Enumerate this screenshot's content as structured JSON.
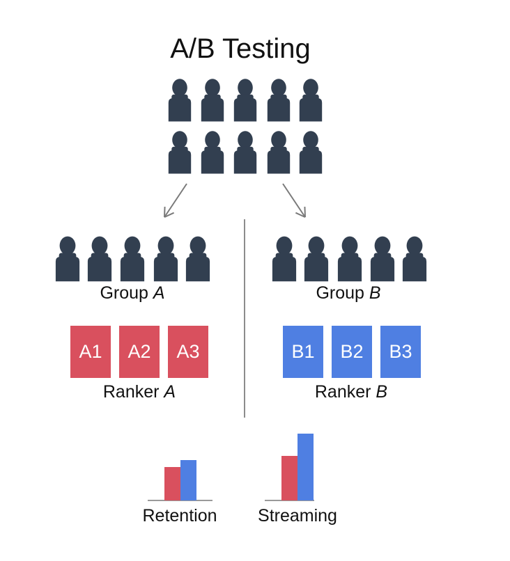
{
  "title": "A/B Testing",
  "colors": {
    "person": "#323f50",
    "group_a": "#d9505e",
    "group_b": "#4f7fe2",
    "line": "#7a7a7a"
  },
  "icons": {
    "person": "person-icon",
    "arrow": "arrow-down-icon"
  },
  "group_a": {
    "label_prefix": "Group ",
    "label_letter": "A",
    "ranker_prefix": "Ranker ",
    "ranker_letter": "A",
    "items": [
      "A1",
      "A2",
      "A3"
    ]
  },
  "group_b": {
    "label_prefix": "Group ",
    "label_letter": "B",
    "ranker_prefix": "Ranker ",
    "ranker_letter": "B",
    "items": [
      "B1",
      "B2",
      "B3"
    ]
  },
  "metrics": [
    {
      "label": "Retention",
      "a": 0.48,
      "b": 0.58
    },
    {
      "label": "Streaming",
      "a": 0.64,
      "b": 0.96
    }
  ]
}
